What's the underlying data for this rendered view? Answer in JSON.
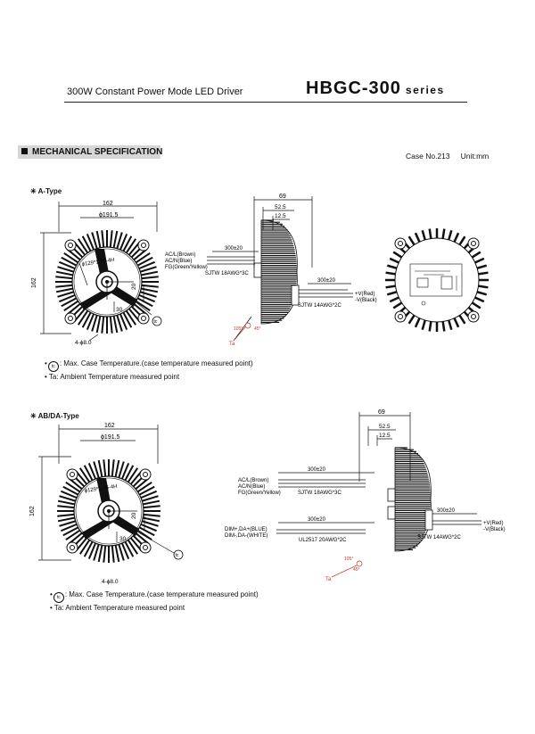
{
  "header": {
    "subtitle": "300W Constant Power Mode LED Driver",
    "model": "HBGC-300",
    "series": "series"
  },
  "section": {
    "title": "MECHANICAL SPECIFICATION",
    "case_no": "Case No.213",
    "unit": "Unit:mm"
  },
  "a_type": {
    "label": "A-Type",
    "dim_width": "162",
    "dim_height": "162",
    "dim_diameter": "ϕ191.5",
    "dim_bolt_circle": "ϕ129*1.75-4H",
    "dim_30": "30",
    "dim_20": "20",
    "dim_holes": "4-ϕ8.0",
    "tc": "tc",
    "side": {
      "dim_69": "69",
      "dim_52_5": "52.5",
      "dim_12_5": "12.5",
      "len_in": "300±20",
      "len_out": "300±20",
      "acl": "AC/L(Brown)",
      "acn": "AC/N(Blue)",
      "fg": "FG(Green/Yellow)",
      "cable_in": "SJTW 18AWG*3C",
      "vpos": "+V(Red)",
      "vneg": "-V(Black)",
      "cable_out": "SJTW 14AWG*2C",
      "ta": "Ta",
      "angle_105": "105°",
      "angle_45": "45°"
    },
    "notes": {
      "tc": ": Max. Case Temperature.(case temperature measured point)",
      "ta": "Ta: Ambient Temperature measured point"
    }
  },
  "ab_type": {
    "label": "AB/DA-Type",
    "dim_width": "162",
    "dim_height": "162",
    "dim_diameter": "ϕ191.5",
    "dim_bolt_circle": "ϕ129*1.75-4H",
    "dim_30": "30",
    "dim_20": "20",
    "dim_holes": "4-ϕ8.0",
    "tc": "tc",
    "side": {
      "dim_69": "69",
      "dim_52_5": "52.5",
      "dim_12_5": "12.5",
      "len_in": "300±20",
      "len_dim": "300±20",
      "len_out": "300±20",
      "acl": "AC/L(Brown)",
      "acn": "AC/N(Blue)",
      "fg": "FG(Green/Yellow)",
      "cable_in": "SJTW 18AWG*3C",
      "dimp": "DIM+,DA+(BLUE)",
      "dimn": "DIM-,DA-(WHITE)",
      "cable_dim": "UL2517 20AWG*2C",
      "vpos": "+V(Red)",
      "vneg": "-V(Black)",
      "cable_out": "SJTW 14AWG*2C",
      "ta": "Ta",
      "angle_105": "105°",
      "angle_45": "45°"
    },
    "notes": {
      "tc": ": Max. Case Temperature.(case temperature measured point)",
      "ta": "Ta: Ambient Temperature measured point"
    }
  }
}
